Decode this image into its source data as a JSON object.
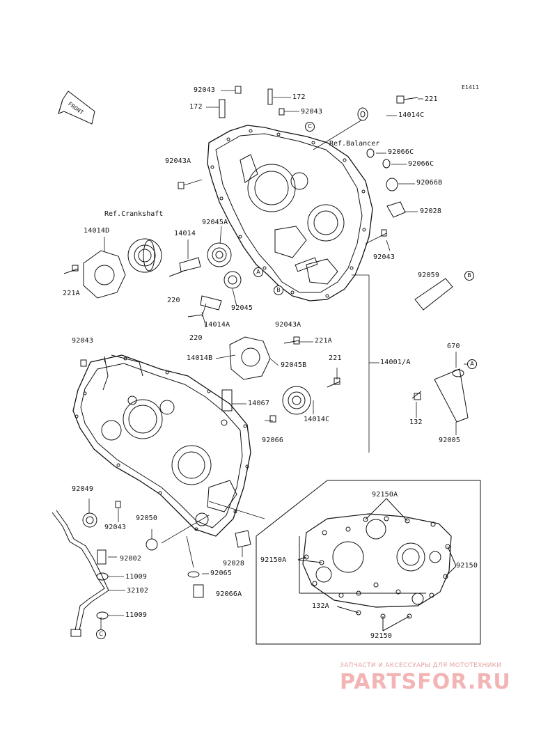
{
  "diagram": {
    "code": "E1411",
    "front_arrow": "FRONT",
    "refs": {
      "balancer": "Ref.Balancer",
      "crankshaft": "Ref.Crankshaft"
    },
    "callouts": {
      "A": "A",
      "B": "B",
      "C": "C"
    },
    "labels": {
      "p92043_top": "92043",
      "p172_top": "172",
      "p172_left": "172",
      "p92043_mid": "92043",
      "p221_top": "221",
      "p14014C_top": "14014C",
      "p92043A_left": "92043A",
      "p92066C_1": "92066C",
      "p92066C_2": "92066C",
      "p92066B": "92066B",
      "p92028_top": "92028",
      "p14014D": "14014D",
      "p14014": "14014",
      "p92045A": "92045A",
      "p221A": "221A",
      "p92043_right": "92043",
      "p92059": "92059",
      "p220_a": "220",
      "p92045": "92045",
      "p220_b": "220",
      "p14014A": "14014A",
      "p92043A_mid": "92043A",
      "p221A_mid": "221A",
      "p92043_left": "92043",
      "p14014B": "14014B",
      "p92045B": "92045B",
      "p221_mid": "221",
      "p14001A": "14001/A",
      "p670": "670",
      "p14067": "14067",
      "p14014C_mid": "14014C",
      "p132": "132",
      "p92066": "92066",
      "p92005": "92005",
      "p92049": "92049",
      "p92043_low": "92043",
      "p92050": "92050",
      "p92002": "92002",
      "p92028_low": "92028",
      "p11009_a": "11009",
      "p92065": "92065",
      "p32102": "32102",
      "p92066A": "92066A",
      "p11009_b": "11009",
      "p92150A_top": "92150A",
      "p92150A_left": "92150A",
      "p92150_right": "92150",
      "p132A": "132A",
      "p92150_bottom": "92150"
    }
  },
  "watermark": {
    "tagline": "ЗАПЧАСТИ И АКСЕССУАРЫ ДЛЯ МОТОТЕХНИКИ",
    "brand": "PARTSFOR.RU"
  }
}
